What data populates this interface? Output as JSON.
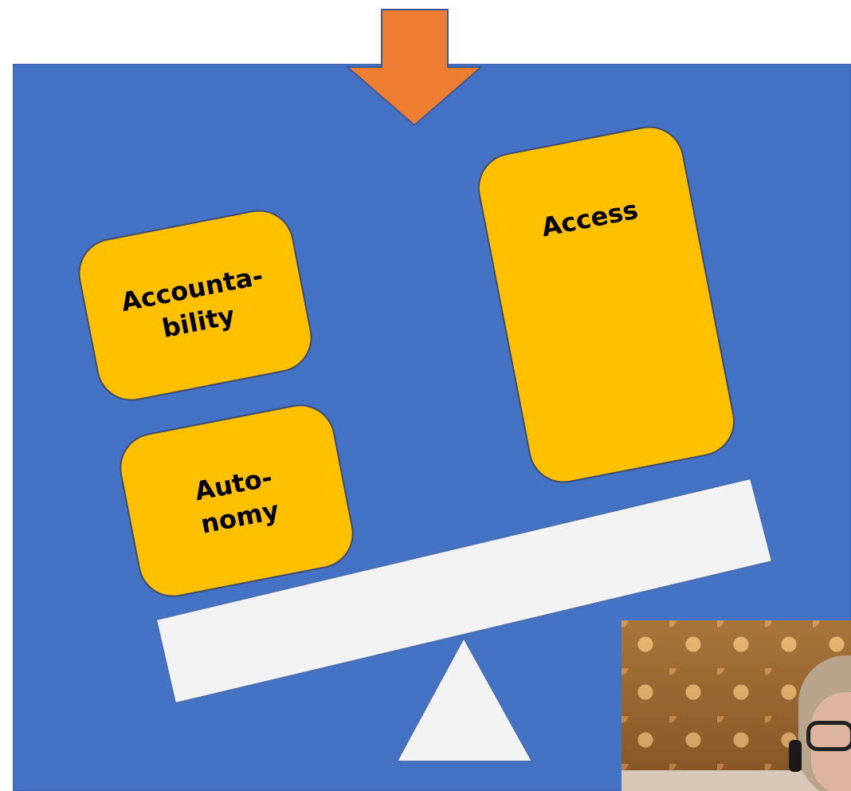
{
  "diagram": {
    "colors": {
      "background": "#4472c4",
      "block_fill": "#ffc000",
      "arrow_fill": "#ed7d31",
      "beam_fill": "#f2f2f2"
    },
    "blocks": {
      "accountability": {
        "label": "Accounta-\nbility"
      },
      "autonomy": {
        "label": "Auto-\nnomy"
      },
      "access": {
        "label": "Access"
      }
    },
    "webcam": {
      "icon": "person-video-thumbnail"
    }
  }
}
